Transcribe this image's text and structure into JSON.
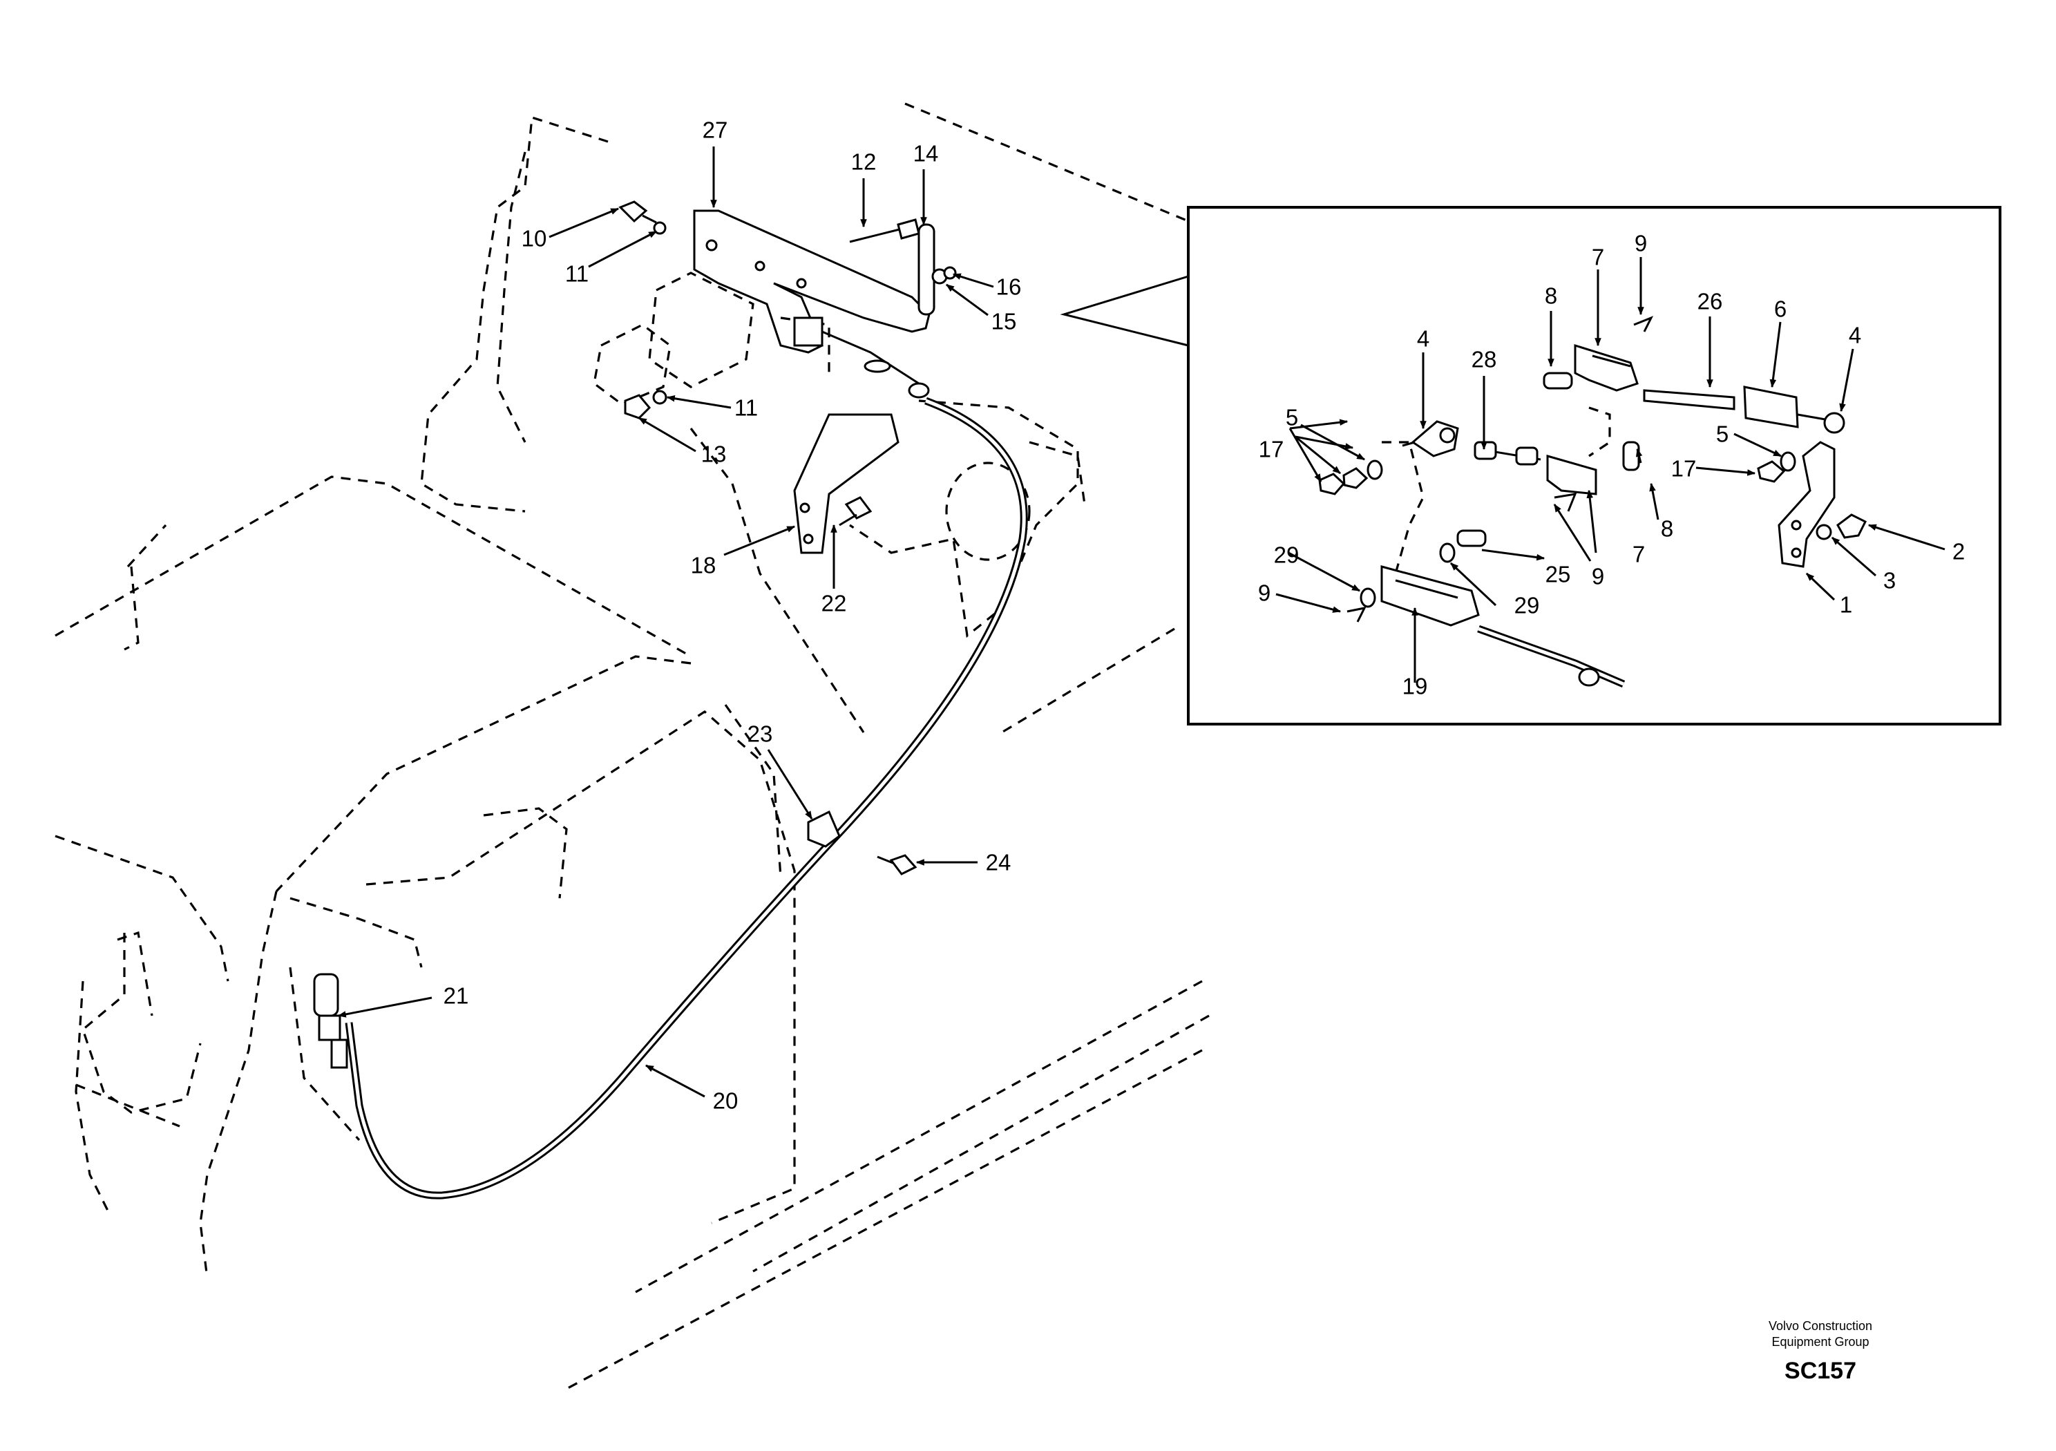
{
  "part_labels": [
    "1",
    "2",
    "3",
    "4",
    "5",
    "6",
    "7",
    "8",
    "9",
    "10",
    "11",
    "12",
    "13",
    "14",
    "15",
    "16",
    "17",
    "18",
    "19",
    "20",
    "21",
    "22",
    "23",
    "24",
    "25",
    "26",
    "27",
    "28",
    "29"
  ],
  "footer": {
    "company_line_1": "Volvo Construction",
    "company_line_2": "Equipment Group",
    "drawing_code": "SC157"
  },
  "colors": {
    "ink": "#000000",
    "paper": "#ffffff"
  }
}
